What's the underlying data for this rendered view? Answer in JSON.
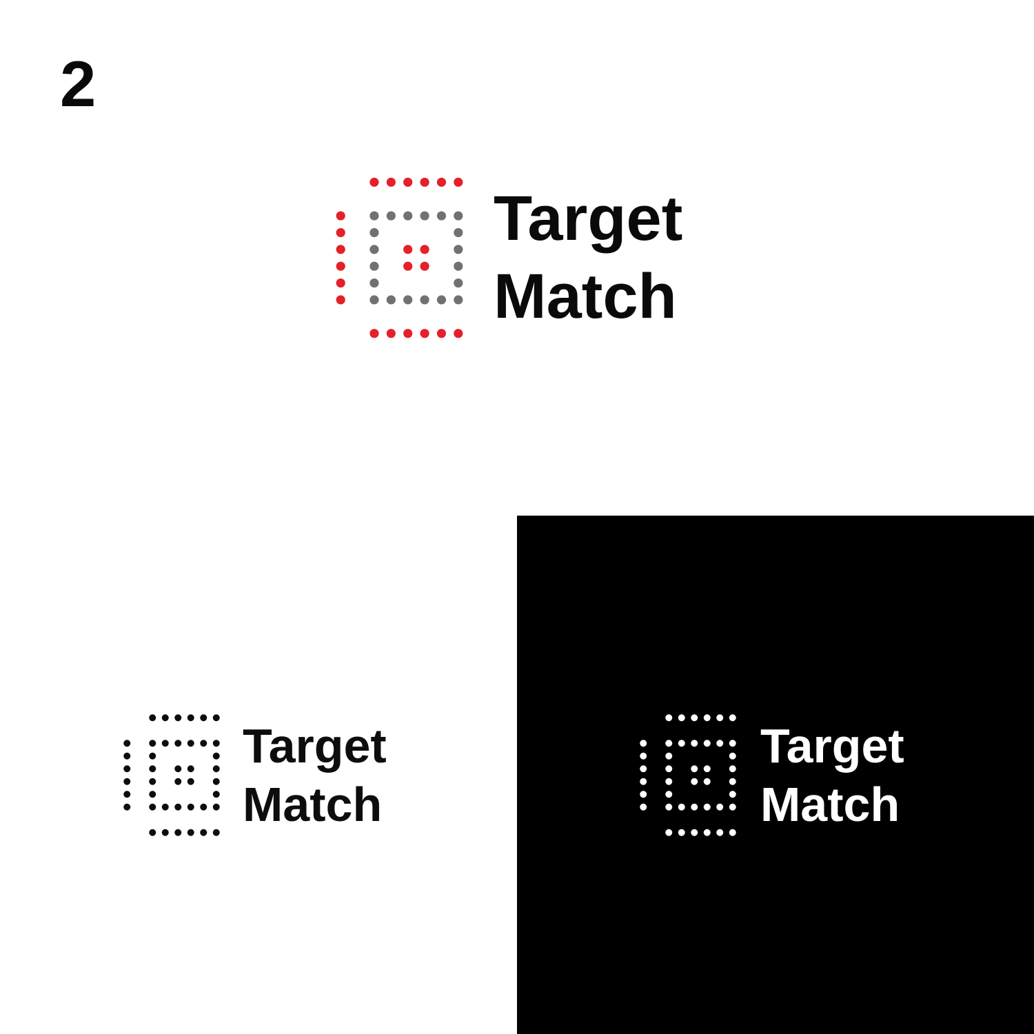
{
  "page": {
    "variant_number": "2",
    "background_color": "#ffffff",
    "dark_panel_color": "#000000"
  },
  "logo": {
    "brand_name": "Target Match",
    "wordmark_line1": "Target",
    "wordmark_line2": "Match",
    "dot_radius_units": 0.27,
    "icon_grid": {
      "cols": 8,
      "rows": 10
    },
    "icon_dots": [
      {
        "col": 2,
        "row": 0,
        "role": "frame"
      },
      {
        "col": 3,
        "row": 0,
        "role": "frame"
      },
      {
        "col": 4,
        "row": 0,
        "role": "frame"
      },
      {
        "col": 5,
        "row": 0,
        "role": "frame"
      },
      {
        "col": 6,
        "row": 0,
        "role": "frame"
      },
      {
        "col": 7,
        "row": 0,
        "role": "frame"
      },
      {
        "col": 0,
        "row": 2,
        "role": "frame"
      },
      {
        "col": 0,
        "row": 3,
        "role": "frame"
      },
      {
        "col": 0,
        "row": 4,
        "role": "frame"
      },
      {
        "col": 0,
        "row": 5,
        "role": "frame"
      },
      {
        "col": 0,
        "row": 6,
        "role": "frame"
      },
      {
        "col": 0,
        "row": 7,
        "role": "frame"
      },
      {
        "col": 2,
        "row": 9,
        "role": "frame"
      },
      {
        "col": 3,
        "row": 9,
        "role": "frame"
      },
      {
        "col": 4,
        "row": 9,
        "role": "frame"
      },
      {
        "col": 5,
        "row": 9,
        "role": "frame"
      },
      {
        "col": 6,
        "row": 9,
        "role": "frame"
      },
      {
        "col": 7,
        "row": 9,
        "role": "frame"
      },
      {
        "col": 2,
        "row": 2,
        "role": "inner"
      },
      {
        "col": 3,
        "row": 2,
        "role": "inner"
      },
      {
        "col": 4,
        "row": 2,
        "role": "inner"
      },
      {
        "col": 5,
        "row": 2,
        "role": "inner"
      },
      {
        "col": 6,
        "row": 2,
        "role": "inner"
      },
      {
        "col": 7,
        "row": 2,
        "role": "inner"
      },
      {
        "col": 2,
        "row": 3,
        "role": "inner"
      },
      {
        "col": 2,
        "row": 4,
        "role": "inner"
      },
      {
        "col": 2,
        "row": 5,
        "role": "inner"
      },
      {
        "col": 2,
        "row": 6,
        "role": "inner"
      },
      {
        "col": 7,
        "row": 3,
        "role": "inner"
      },
      {
        "col": 7,
        "row": 4,
        "role": "inner"
      },
      {
        "col": 7,
        "row": 5,
        "role": "inner"
      },
      {
        "col": 7,
        "row": 6,
        "role": "inner"
      },
      {
        "col": 2,
        "row": 7,
        "role": "inner"
      },
      {
        "col": 3,
        "row": 7,
        "role": "inner"
      },
      {
        "col": 4,
        "row": 7,
        "role": "inner"
      },
      {
        "col": 5,
        "row": 7,
        "role": "inner"
      },
      {
        "col": 6,
        "row": 7,
        "role": "inner"
      },
      {
        "col": 7,
        "row": 7,
        "role": "inner"
      },
      {
        "col": 4,
        "row": 4,
        "role": "center"
      },
      {
        "col": 5,
        "row": 4,
        "role": "center"
      },
      {
        "col": 4,
        "row": 5,
        "role": "center"
      },
      {
        "col": 5,
        "row": 5,
        "role": "center"
      }
    ]
  },
  "variants": [
    {
      "id": "full-color-on-white",
      "colors": {
        "frame": "#e4202a",
        "inner": "#717174",
        "center": "#e4202a",
        "text": "#0a0a0a"
      }
    },
    {
      "id": "monochrome-black-on-white",
      "colors": {
        "frame": "#0d0d0d",
        "inner": "#0d0d0d",
        "center": "#0d0d0d",
        "text": "#0d0d0d"
      }
    },
    {
      "id": "monochrome-white-on-black",
      "colors": {
        "frame": "#ffffff",
        "inner": "#ffffff",
        "center": "#ffffff",
        "text": "#ffffff"
      }
    }
  ]
}
